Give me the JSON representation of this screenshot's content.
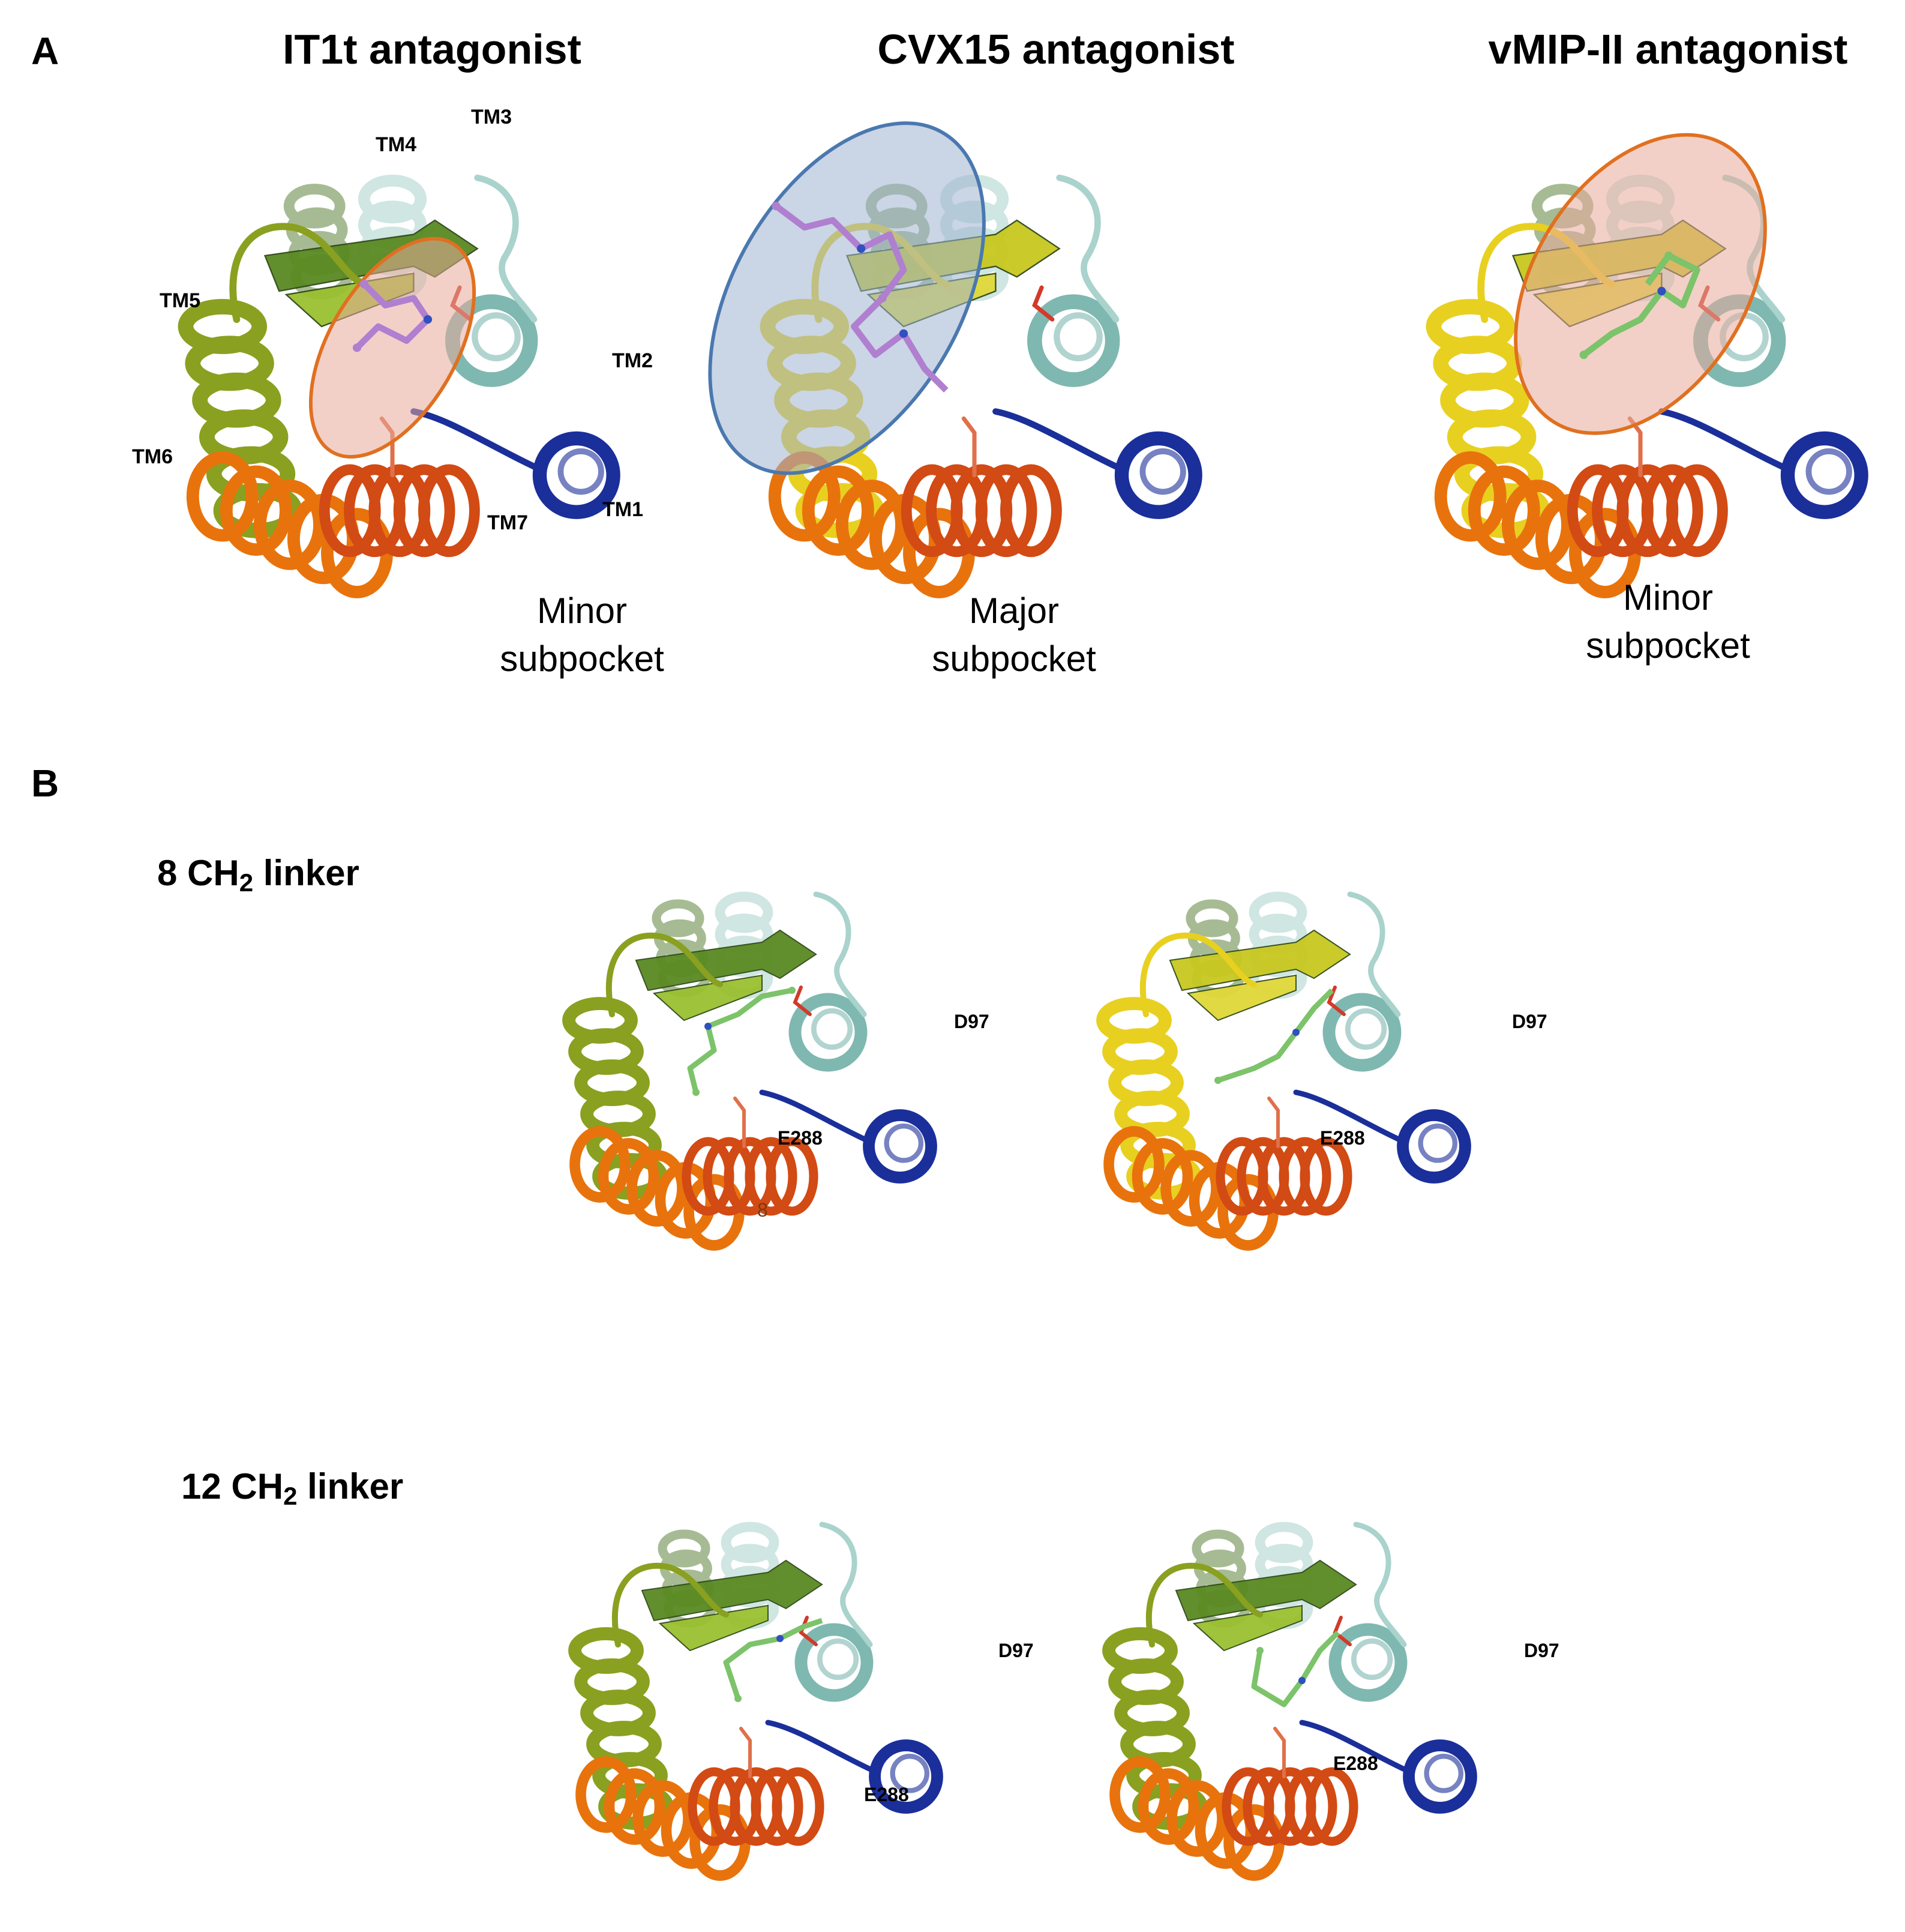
{
  "panels": {
    "A": {
      "letter": "A",
      "columns": [
        {
          "title": "IT1t antagonist",
          "pocket_line1": "Minor",
          "pocket_line2": "subpocket",
          "highlight": "minor",
          "ellipse_color": "#e8a99a",
          "ellipse_stroke": "#e07020"
        },
        {
          "title": "CVX15 antagonist",
          "pocket_line1": "Major",
          "pocket_line2": "subpocket",
          "highlight": "major",
          "ellipse_color": "#9fb3cf",
          "ellipse_stroke": "#4a78b0"
        },
        {
          "title": "vMIP-II antagonist",
          "pocket_line1": "Minor",
          "pocket_line2": "subpocket",
          "highlight": "minor",
          "ellipse_color": "#e8a99a",
          "ellipse_stroke": "#e07020"
        }
      ],
      "tm_labels": {
        "tm1": "TM1",
        "tm2": "TM2",
        "tm3": "TM3",
        "tm4": "TM4",
        "tm5": "TM5",
        "tm6": "TM6",
        "tm7": "TM7"
      }
    },
    "B": {
      "letter": "B",
      "rows": [
        {
          "label_prefix": "8 CH",
          "label_sub": "2",
          "label_suffix": " linker",
          "residue_d": "D97",
          "residue_e": "E288",
          "stray_digit": "8"
        },
        {
          "label_prefix": "12 CH",
          "label_sub": "2",
          "label_suffix": " linker",
          "residue_d": "D97",
          "residue_e": "E288"
        }
      ]
    }
  },
  "colors": {
    "tm1": "#1a2f9a",
    "tm2": "#7fb8b0",
    "tm3": "#a9d3cc",
    "tm4": "#4f7a2a",
    "tm5": "#8aa020",
    "tm6": "#e8730c",
    "tm7": "#d24a14",
    "ligand_green": "#7cc36a",
    "ligand_purple": "#b07fd0",
    "yellow_helix": "#e8d020"
  }
}
